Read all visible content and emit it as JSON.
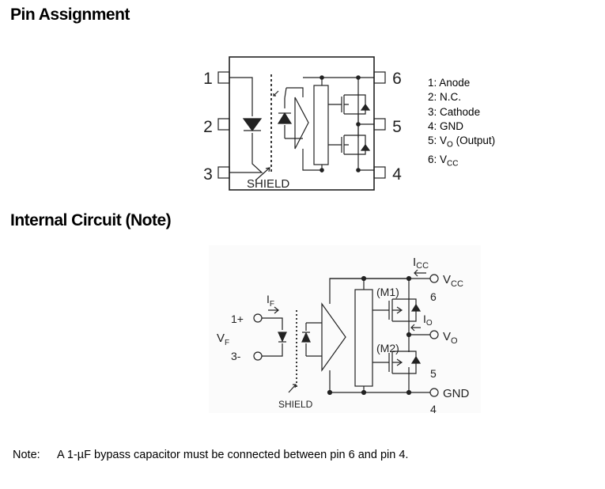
{
  "headings": {
    "pin_assignment": "Pin Assignment",
    "internal_circuit": "Internal Circuit (Note)"
  },
  "package": {
    "pin_numbers_left": [
      "1",
      "2",
      "3"
    ],
    "pin_numbers_right": [
      "6",
      "5",
      "4"
    ],
    "shield_label": "SHIELD"
  },
  "pin_list": [
    {
      "num": "1:",
      "name": "Anode"
    },
    {
      "num": "2:",
      "name": "N.C."
    },
    {
      "num": "3:",
      "name": "Cathode"
    },
    {
      "num": "4:",
      "name": "GND"
    },
    {
      "num": "5:",
      "name_main": "V",
      "name_sub": "O",
      "name_suffix": " (Output)"
    },
    {
      "num": "6:",
      "name_main": "V",
      "name_sub": "CC",
      "name_suffix": ""
    }
  ],
  "circuit": {
    "icc_main": "I",
    "icc_sub": "CC",
    "vcc_main": "V",
    "vcc_sub": "CC",
    "pin6": "6",
    "m1": "(M1)",
    "io_main": "I",
    "io_sub": "O",
    "vo_main": "V",
    "vo_sub": "O",
    "m2": "(M2)",
    "pin5": "5",
    "gnd": "GND",
    "pin4": "4",
    "if_main": "I",
    "if_sub": "F",
    "vf_main": "V",
    "vf_sub": "F",
    "pin1": "1+",
    "pin3": "3-",
    "shield_label": "SHIELD"
  },
  "note": {
    "label": "Note:",
    "text": "A 1-µF bypass capacitor must be connected between pin 6 and pin 4."
  }
}
